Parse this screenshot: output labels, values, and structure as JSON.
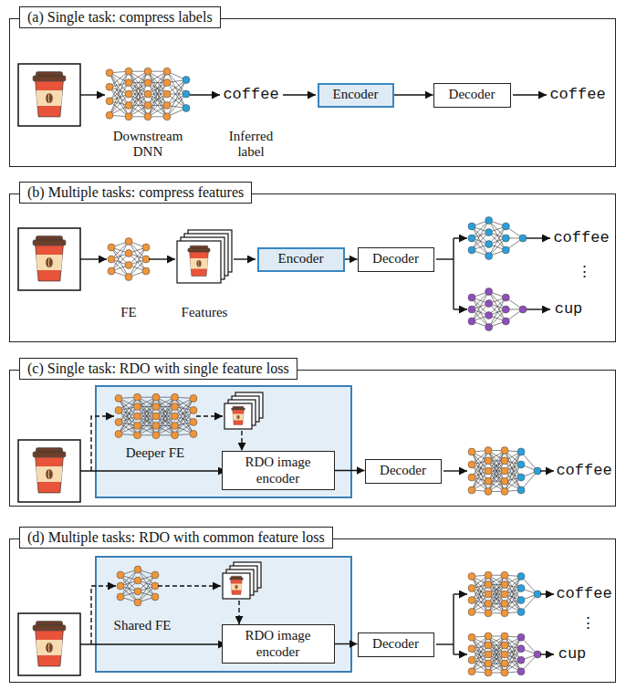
{
  "diagram": {
    "nodes": [
      {
        "text": [
          "(a) Single task: compress labels"
        ]
      },
      {
        "text": [
          "Encoder"
        ],
        "in": 0
      },
      {
        "text": [
          "Decoder"
        ],
        "in": 0
      },
      {
        "text": [
          "(b) Multiple tasks: compress features"
        ]
      },
      {
        "text": [
          "Encoder"
        ],
        "in": 3
      },
      {
        "text": [
          "Decoder"
        ],
        "in": 3
      },
      {
        "text": [
          "(c) Single task: RDO with single feature loss"
        ]
      },
      {
        "text": [
          "RDO image encoder"
        ],
        "in": 6
      },
      {
        "text": [
          "Decoder"
        ],
        "in": 6
      },
      {
        "text": [
          "(d) Multiple tasks: RDO with common feature loss"
        ]
      },
      {
        "text": [
          "RDO image encoder"
        ],
        "in": 9
      },
      {
        "text": [
          "Decoder"
        ],
        "in": 9
      }
    ],
    "edges": [
      {
        "from": 1,
        "to": 2,
        "arrow": "to"
      },
      {
        "from": 4,
        "to": 5,
        "arrow": "to"
      },
      {
        "from": 7,
        "to": 8,
        "arrow": "to"
      },
      {
        "from": 10,
        "to": 11,
        "arrow": "to"
      }
    ],
    "labels": [
      "coffee",
      "Downstream DNN",
      "Inferred label",
      "coffee",
      "FE",
      "Features",
      "coffee",
      "⋮",
      "cup",
      "Deeper FE",
      "coffee",
      "Shared FE",
      "coffee",
      "⋮",
      "cup"
    ]
  }
}
